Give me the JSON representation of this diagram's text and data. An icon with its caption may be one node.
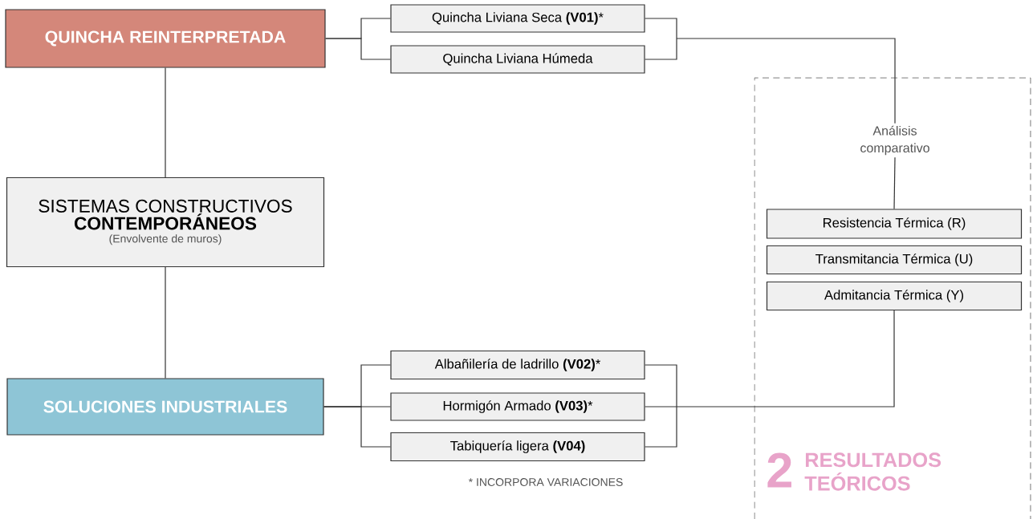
{
  "diagram": {
    "nodes": [
      {
        "text": [
          "QUINCHA REINTERPRETADA"
        ]
      },
      {
        "text": [
          "Quincha Liviana Seca **(V01)***"
        ]
      },
      {
        "text": [
          "Quincha Liviana Húmeda"
        ]
      },
      {
        "text": [
          "SISTEMAS CONSTRUCTIVOS",
          "CONTEMPORÁNEOS",
          "(Envolvente de muros)"
        ]
      },
      {
        "text": [
          "SOLUCIONES INDUSTRIALES"
        ]
      },
      {
        "text": [
          "Albañilería de ladrillo **(V02)***"
        ]
      },
      {
        "text": [
          "Hormigón Armado **(V03)***"
        ]
      },
      {
        "text": [
          "Tabiquería ligera **(V04)**"
        ]
      },
      {
        "text": [
          "2",
          "RESULTADOS TEÓRICOS"
        ]
      },
      {
        "text": [
          "Análisis comparativo"
        ],
        "in": 8
      },
      {
        "text": [
          "Resistencia Térmica (R)"
        ],
        "in": 8
      },
      {
        "text": [
          "Transmitancia Térmica (U)"
        ],
        "in": 8
      },
      {
        "text": [
          "Admitancia Térmica (Y)"
        ],
        "in": 8
      }
    ],
    "edges": [
      {
        "from": 0,
        "to": 1,
        "arrow": "none"
      },
      {
        "from": 0,
        "to": 2,
        "arrow": "none"
      },
      {
        "from": 0,
        "to": 3,
        "arrow": "none"
      },
      {
        "from": 3,
        "to": 4,
        "arrow": "none"
      },
      {
        "from": 4,
        "to": 5,
        "arrow": "none"
      },
      {
        "from": 4,
        "to": 6,
        "arrow": "none"
      },
      {
        "from": 4,
        "to": 7,
        "arrow": "none"
      },
      {
        "from": 1,
        "to": 9,
        "arrow": "none"
      },
      {
        "from": 2,
        "to": 9,
        "arrow": "none"
      },
      {
        "from": 9,
        "to": 10,
        "arrow": "none"
      },
      {
        "from": 5,
        "to": 12,
        "arrow": "none"
      },
      {
        "from": 6,
        "to": 12,
        "arrow": "none"
      },
      {
        "from": 7,
        "to": 12,
        "arrow": "none"
      }
    ],
    "labels": [
      "* INCORPORA VARIACIONES"
    ]
  }
}
